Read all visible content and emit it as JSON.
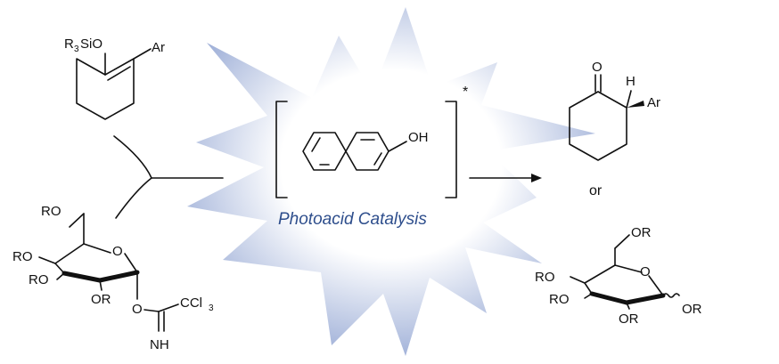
{
  "colors": {
    "burst_center": "#ffffff",
    "burst_edge": "#93a6d3",
    "caption": "#2e4e8c",
    "ink": "#111111"
  },
  "caption": "Photoacid Catalysis",
  "labels": {
    "r3": "R",
    "r3_sub": "3",
    "sio": "SiO",
    "ar1": "Ar",
    "ar2": "Ar",
    "h": "H",
    "o_ketone": "O",
    "oh": "OH",
    "excited": "*",
    "or_word": "or",
    "glc1_ro_top": "RO",
    "glc1_ro_left": "RO",
    "glc1_ro_mid": "RO",
    "glc1_ring_o": "O",
    "glc1_or_bottom": "OR",
    "glc1_o_link": "O",
    "glc1_ccl": "CCl",
    "glc1_ccl_sub": "3",
    "glc1_nh": "NH",
    "glc2_or_top": "OR",
    "glc2_ro_left": "RO",
    "glc2_ro_mid": "RO",
    "glc2_ring_o": "O",
    "glc2_or_bottom": "OR",
    "glc2_or_anomeric": "OR"
  }
}
